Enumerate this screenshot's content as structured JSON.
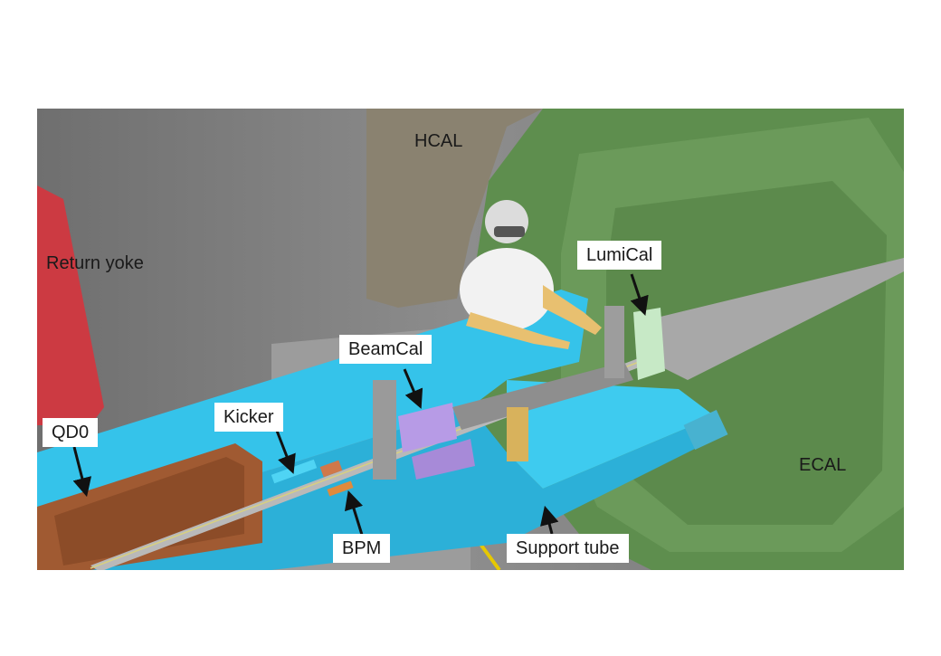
{
  "labels": {
    "hcal": "HCAL",
    "return_yoke": "Return yoke",
    "lumical": "LumiCal",
    "beamcal": "BeamCal",
    "kicker": "Kicker",
    "qd0": "QD0",
    "ecal": "ECAL",
    "bpm": "BPM",
    "support_tube": "Support tube"
  },
  "colors": {
    "support_tube": "#35c3ea",
    "hcal": "#8a8270",
    "ecal": "#5e8e4e",
    "return_yoke": "#cc3a42",
    "qd0": "#a05a32",
    "beamcal": "#b79be6",
    "lumical": "#c7e9c6"
  }
}
